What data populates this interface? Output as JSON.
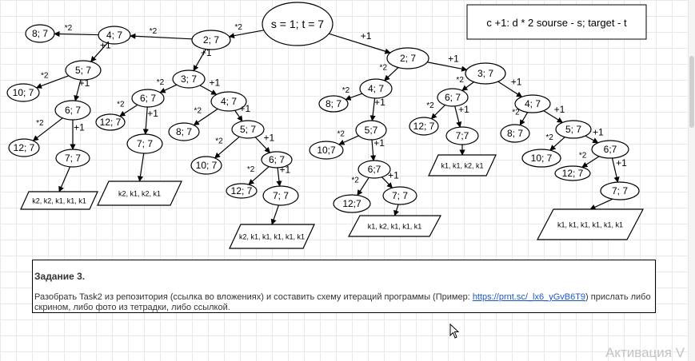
{
  "legend": "c +1: d * 2 sourse - s; target - t",
  "root": "s = 1; t = 7",
  "nodes": [
    {
      "id": "n0",
      "label": "8; 7"
    },
    {
      "id": "n1",
      "label": "4; 7"
    },
    {
      "id": "n2",
      "label": "2; 7"
    },
    {
      "id": "n3",
      "label": "10; 7"
    },
    {
      "id": "n4",
      "label": "5; 7"
    },
    {
      "id": "n5",
      "label": "12; 7"
    },
    {
      "id": "n6",
      "label": "6; 7"
    },
    {
      "id": "n7",
      "label": "7; 7"
    },
    {
      "id": "n8",
      "label": "3; 7"
    },
    {
      "id": "n9",
      "label": "12; 7"
    },
    {
      "id": "n10",
      "label": "6; 7"
    },
    {
      "id": "n11",
      "label": "7; 7"
    },
    {
      "id": "n12",
      "label": "4; 7"
    },
    {
      "id": "n13",
      "label": "8; 7"
    },
    {
      "id": "n14",
      "label": "5; 7"
    },
    {
      "id": "n15",
      "label": "10; 7"
    },
    {
      "id": "n16",
      "label": "6; 7"
    },
    {
      "id": "n17",
      "label": "12; 7"
    },
    {
      "id": "n18",
      "label": "7; 7"
    },
    {
      "id": "n19",
      "label": "2; 7"
    },
    {
      "id": "n20",
      "label": "4; 7"
    },
    {
      "id": "n21",
      "label": "8; 7"
    },
    {
      "id": "n22",
      "label": "5;7"
    },
    {
      "id": "n23",
      "label": "10;7"
    },
    {
      "id": "n24",
      "label": "6;7"
    },
    {
      "id": "n25",
      "label": "12;7"
    },
    {
      "id": "n26",
      "label": "7; 7"
    },
    {
      "id": "n27",
      "label": "3; 7"
    },
    {
      "id": "n28",
      "label": "6; 7"
    },
    {
      "id": "n29",
      "label": "12; 7"
    },
    {
      "id": "n30",
      "label": "7;7"
    },
    {
      "id": "n31",
      "label": "4; 7"
    },
    {
      "id": "n32",
      "label": "8; 7"
    },
    {
      "id": "n33",
      "label": "5; 7"
    },
    {
      "id": "n34",
      "label": "10; 7"
    },
    {
      "id": "n35",
      "label": "6;7"
    },
    {
      "id": "n36",
      "label": "12; 7"
    },
    {
      "id": "n37",
      "label": "7; 7"
    }
  ],
  "results": [
    {
      "id": "r0",
      "label": "k2, k2, k1, k1, k1"
    },
    {
      "id": "r1",
      "label": "k2, k1, k2, k1"
    },
    {
      "id": "r2",
      "label": "k2, k1, k1, k1, k1, k1"
    },
    {
      "id": "r3",
      "label": "k1, k2, k1, k1, k1"
    },
    {
      "id": "r4",
      "label": "k1, k1, k2, k1"
    },
    {
      "id": "r5",
      "label": "k1, k1, k1, k1, k1, k1"
    }
  ],
  "edge_labels": {
    "times2": "*2",
    "plus1": "+1"
  },
  "task": {
    "title": "Задание 3.",
    "text_before": "Разобрать Task2 из репозитория (ссылка во вложениях) и составить схему итераций программы (Пример: ",
    "link": "https://prnt.sc/_lx6_yGvB6T9",
    "text_after": ") прислать либо скрином, либо фото из тетрадки, либо ссылкой."
  },
  "watermark": "Активация V"
}
